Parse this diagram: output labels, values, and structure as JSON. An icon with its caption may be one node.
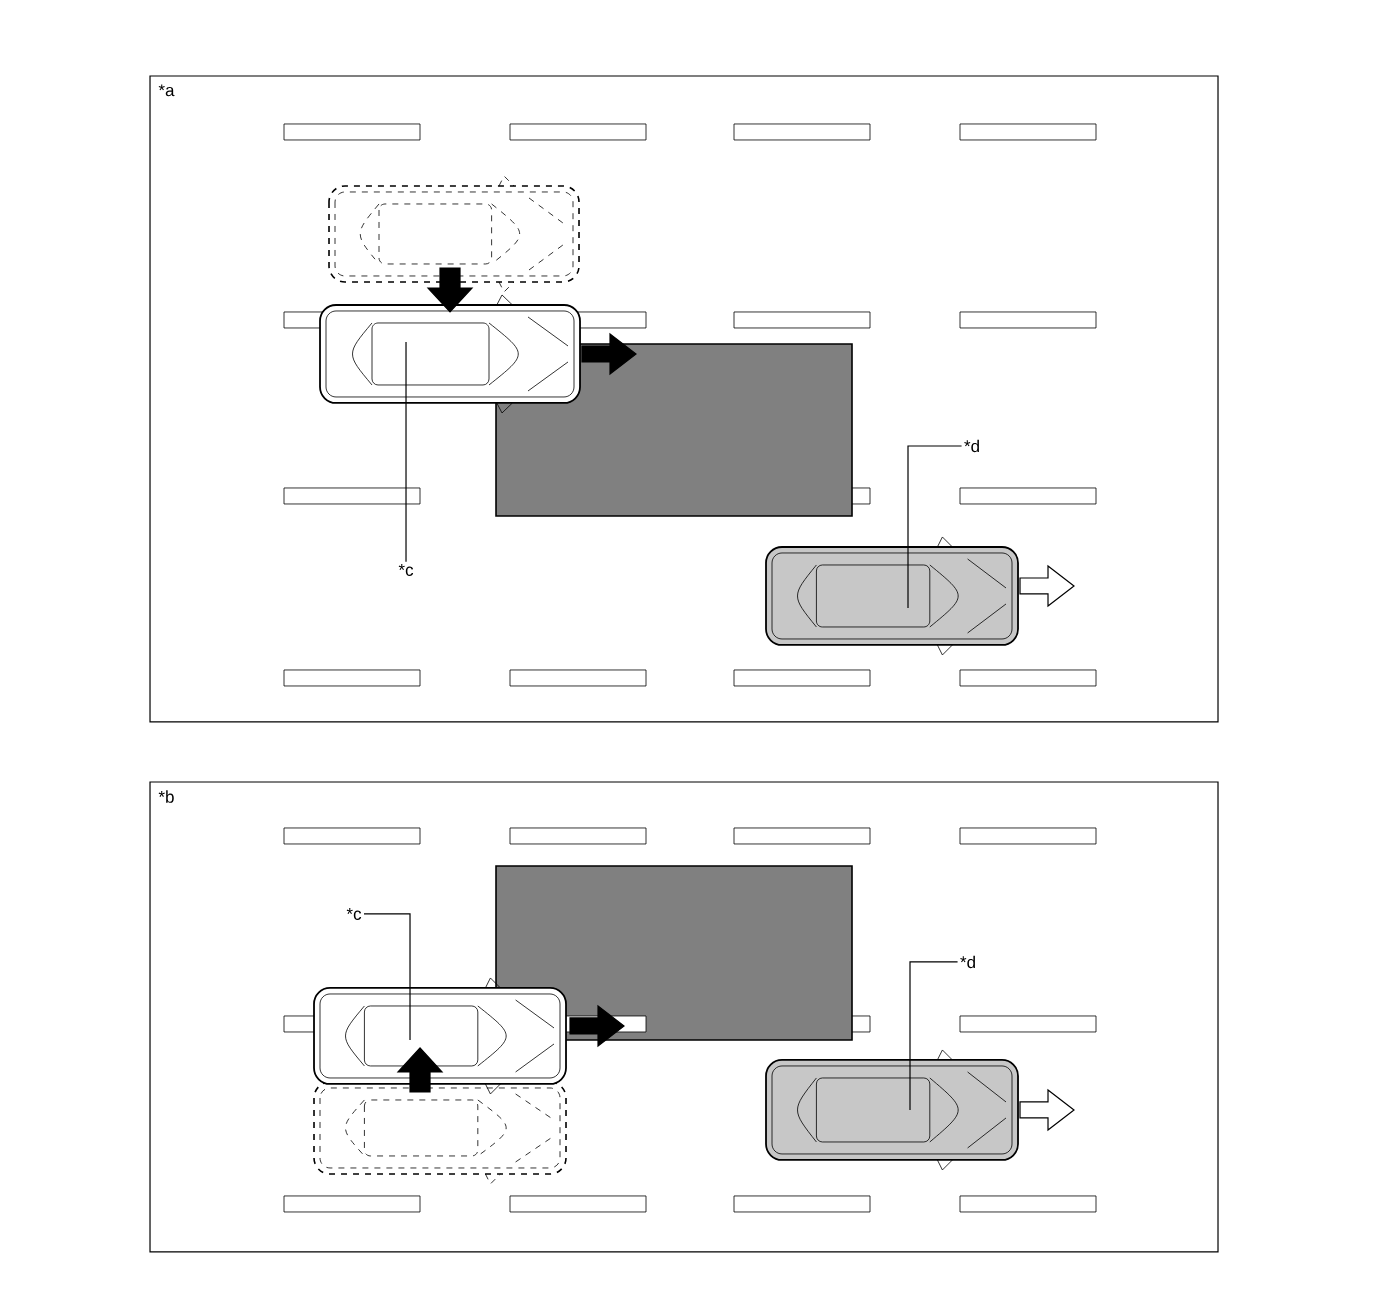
{
  "diagram": {
    "nodes": [
      {
        "text": [
          "*a"
        ]
      },
      {
        "text": [
          "*c"
        ],
        "in": 0
      },
      {
        "text": [],
        "shape": "picture",
        "in": 0
      },
      {
        "text": [
          "*d"
        ],
        "in": 0
      },
      {
        "text": [],
        "shape": "picture",
        "in": 0
      },
      {
        "text": [
          "*b"
        ]
      },
      {
        "text": [
          "*c"
        ],
        "in": 5
      },
      {
        "text": [],
        "shape": "picture",
        "in": 5
      },
      {
        "text": [
          "*d"
        ],
        "in": 5
      },
      {
        "text": [],
        "shape": "picture",
        "in": 5
      }
    ],
    "edges": [
      {
        "from": 1,
        "to": 2,
        "arrow": "none"
      },
      {
        "from": 3,
        "to": 4,
        "arrow": "none"
      },
      {
        "from": 6,
        "to": 7,
        "arrow": "none"
      },
      {
        "from": 8,
        "to": 9,
        "arrow": "none"
      }
    ]
  }
}
